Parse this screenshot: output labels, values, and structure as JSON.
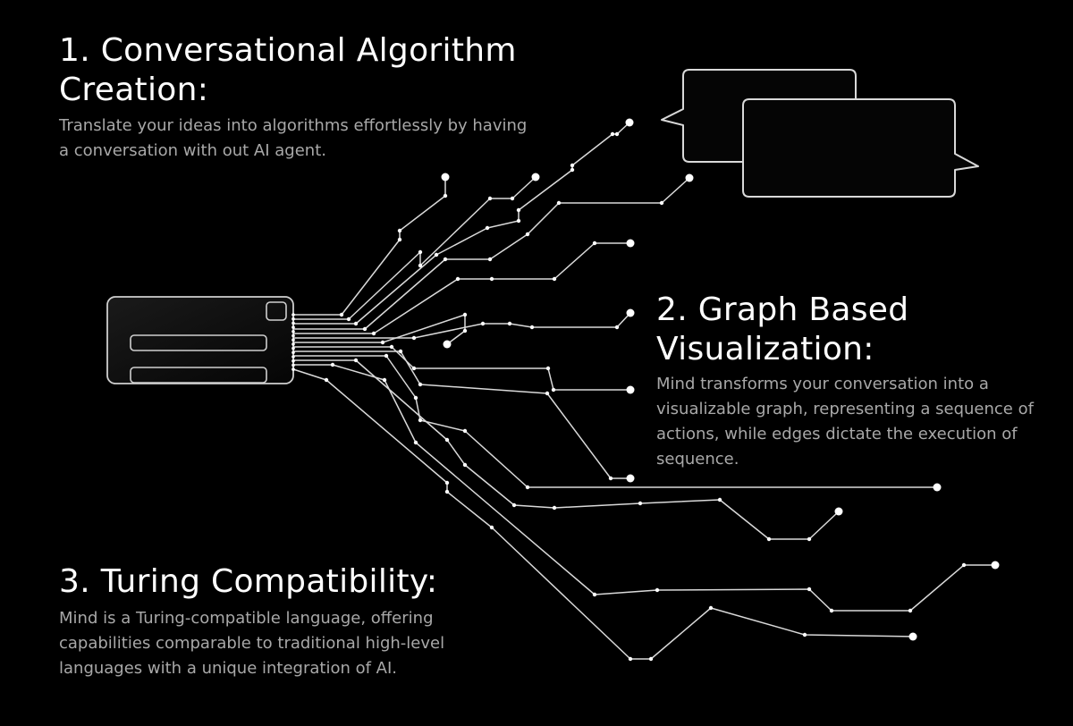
{
  "features": [
    {
      "title": "1. Conversational Algorithm\nCreation:",
      "description": "Translate your ideas into algorithms effortlessly by having\na conversation with out AI agent."
    },
    {
      "title": "2. Graph Based\nVisualization:",
      "description": "Mind transforms your conversation into a\nvisualizable graph, representing a sequence of\nactions, while edges dictate the execution of\nsequence."
    },
    {
      "title": "3. Turing Compatibility:",
      "description": "Mind is a Turing-compatible language, offering\ncapabilities comparable to traditional high-level\nlanguages with a unique integration of AI."
    }
  ],
  "colors": {
    "background": "#000000",
    "title": "#ffffff",
    "description": "#a8a8a8",
    "line": "#d9d9d9",
    "node": "#ffffff"
  },
  "illustration": {
    "icons": [
      "chip-card-icon",
      "chat-bubbles-icon"
    ]
  }
}
